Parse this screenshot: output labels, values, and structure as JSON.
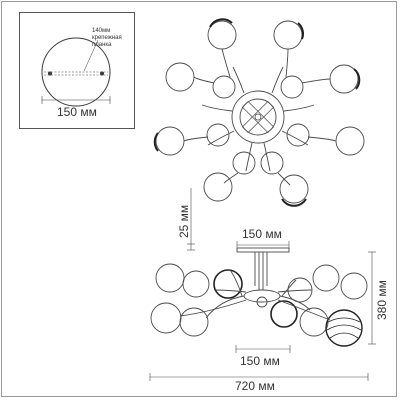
{
  "detail": {
    "bracket_label_line1": "140мм",
    "bracket_label_line2": "крепежная",
    "bracket_label_line3": "планка",
    "plate_diameter": "150 мм"
  },
  "front_view": {
    "top_plate_width": "150 мм",
    "plate_height": "25 мм",
    "total_height": "380 мм",
    "lower_width": "150 мм",
    "total_width": "720 мм"
  },
  "colors": {
    "line": "#4a4a4a",
    "frame": "#9a9a9a",
    "shade": "#222222"
  }
}
